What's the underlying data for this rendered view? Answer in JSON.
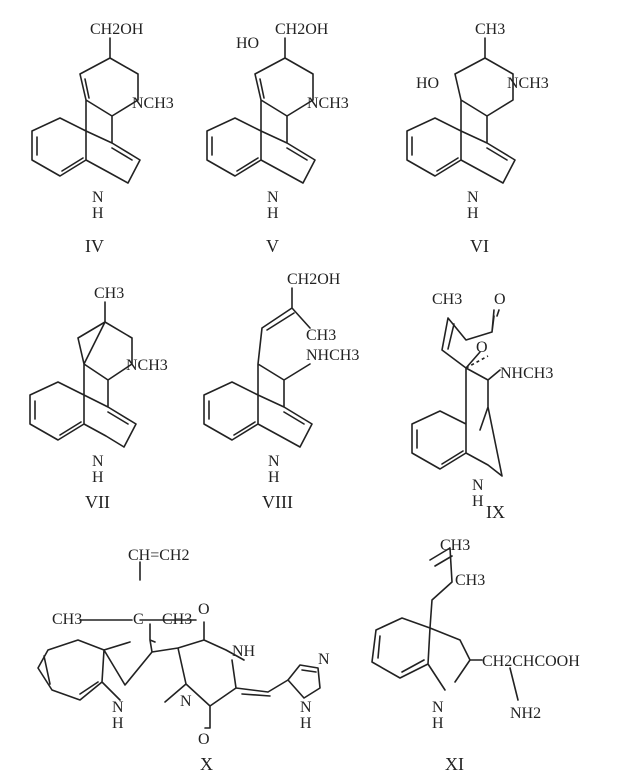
{
  "structures": [
    {
      "id": "IV",
      "numeral": "IV",
      "labels": {
        "oh": "CH2OH",
        "n": "NCH3",
        "nh": "N",
        "h": "H"
      }
    },
    {
      "id": "V",
      "numeral": "V",
      "labels": {
        "ho": "HO",
        "ch2oh": "CH2OH",
        "n": "NCH3",
        "nh": "N",
        "h": "H"
      }
    },
    {
      "id": "VI",
      "numeral": "VI",
      "labels": {
        "ch3": "CH3",
        "ho": "HO",
        "n": "NCH3",
        "nh": "N",
        "h": "H"
      }
    },
    {
      "id": "VII",
      "numeral": "VII",
      "labels": {
        "ch3": "CH3",
        "n": "NCH3",
        "nh": "N",
        "h": "H"
      }
    },
    {
      "id": "VIII",
      "numeral": "VIII",
      "labels": {
        "ch2oh": "CH2OH",
        "ch3": "CH3",
        "nh": "NHCH3",
        "n": "N",
        "h": "H"
      }
    },
    {
      "id": "IX",
      "numeral": "IX",
      "labels": {
        "ch3": "CH3",
        "o1": "O",
        "o2": "O",
        "nh": "NHCH3",
        "n": "N",
        "h": "H"
      }
    },
    {
      "id": "X",
      "numeral": "X",
      "labels": {
        "vinyl": "CH=CH2",
        "left_me": "CH3",
        "c": "C",
        "right_me": "CH3",
        "o_top": "O",
        "nh": "NH",
        "o_bot": "O",
        "n_pip": "N",
        "n_ind": "N",
        "h_ind": "H",
        "n_im": "N",
        "n_imh": "N",
        "h_im": "H"
      }
    },
    {
      "id": "XI",
      "numeral": "XI",
      "labels": {
        "ch3_top": "CH3",
        "ch3_side": "CH3",
        "side": "CH2CHCOOH",
        "nh2": "NH2",
        "n": "N",
        "h": "H"
      }
    }
  ]
}
